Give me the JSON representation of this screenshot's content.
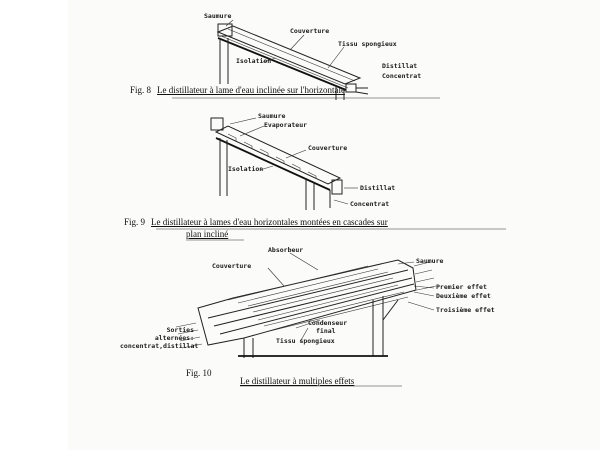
{
  "fig8": {
    "labels": {
      "saumure": "Saumure",
      "couverture": "Couverture",
      "tissu": "Tissu spongieux",
      "isolation": "Isolation",
      "distillat": "Distillat",
      "concentrat": "Concentrat"
    },
    "caption": {
      "number": "Fig. 8",
      "text": "Le distillateur à lame d'eau inclinée sur l'horizontale"
    }
  },
  "fig9": {
    "labels": {
      "saumure": "Saumure",
      "evaporateur": "Evaporateur",
      "couverture": "Couverture",
      "isolation": "Isolation",
      "distillat": "Distillat",
      "concentrat": "Concentrat"
    },
    "caption": {
      "number": "Fig. 9",
      "text_line1": "Le distillateur à lames d'eau horizontales montées en cascades sur",
      "text_line2": "plan incliné"
    }
  },
  "fig10": {
    "labels": {
      "absorbeur": "Absorbeur",
      "saumure": "Saumure",
      "couverture": "Couverture",
      "premier": "Premier effet",
      "deuxieme": "Deuxième effet",
      "troisieme": "Troisième effet",
      "sorties_1": "Sorties",
      "sorties_2": "alternées:",
      "sorties_3": "concentrat,distillat",
      "condenseur_1": "Condenseur",
      "condenseur_2": "final",
      "tissu": "Tissu spongieux"
    },
    "caption": {
      "number": "Fig. 10",
      "text": "Le distillateur à multiples effets"
    }
  }
}
